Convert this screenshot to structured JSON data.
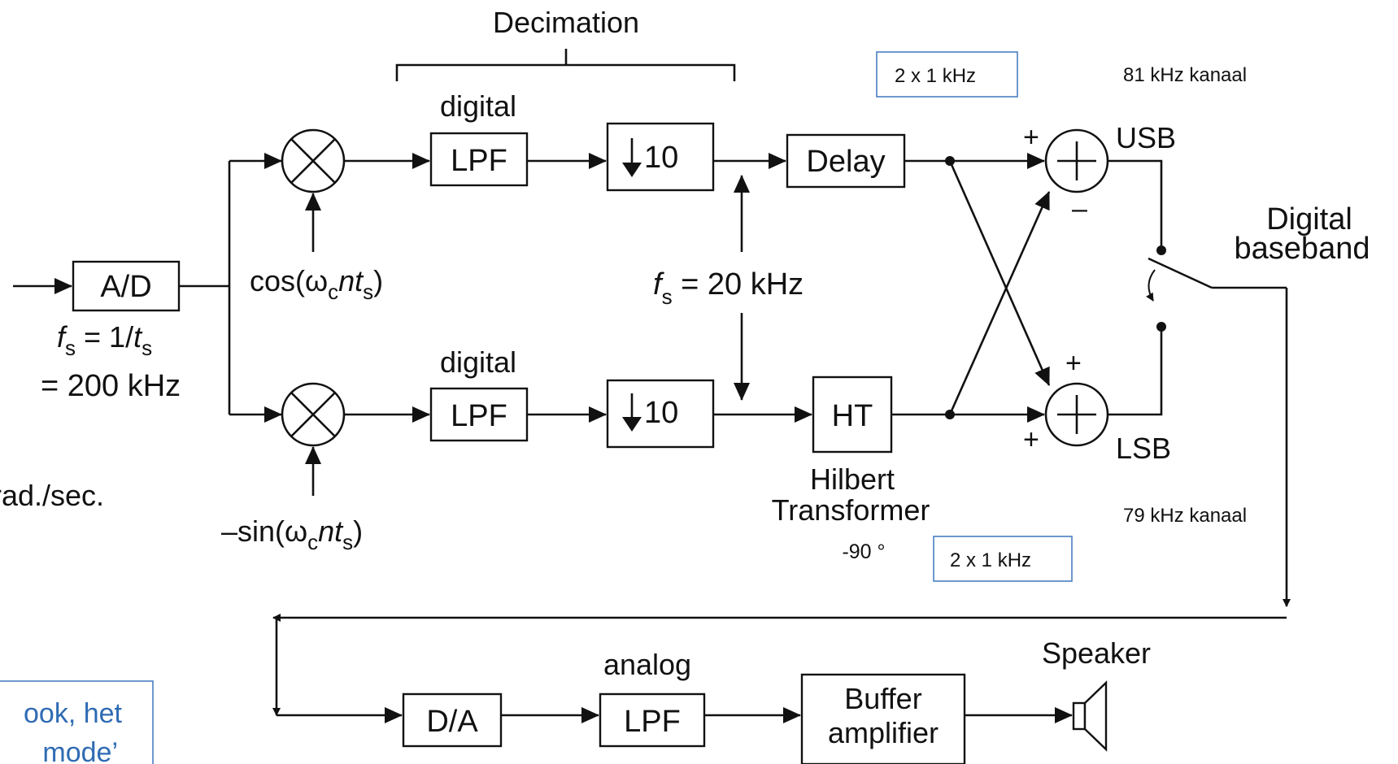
{
  "diagram": {
    "decimation_label": "Decimation",
    "digital_label_top": "digital",
    "digital_label_bottom": "digital",
    "lpf_top": "LPF",
    "lpf_bottom": "LPF",
    "down_top": "10",
    "down_bottom": "10",
    "delay": "Delay",
    "ht": "HT",
    "ad": "A/D",
    "fs_main_f": "f",
    "fs_main_sub": "s",
    "fs_main_eq": " = 1/",
    "fs_main_t": "t",
    "fs_main_tsub": "s",
    "fs_main_value": "= 200 kHz",
    "cos_pre": "cos(ω",
    "cos_sub_c": "c",
    "cos_n": "nt",
    "cos_sub_s": "s",
    "cos_post": ")",
    "sin_pre": "–sin(ω",
    "sin_sub_c": "c",
    "sin_n": "nt",
    "sin_sub_s": "s",
    "sin_post": ")",
    "fs_mid_f": "f",
    "fs_mid_sub": "s",
    "fs_mid_value": " = 20 kHz",
    "plus_usb_top": "+",
    "minus_usb": "–",
    "plus_lsb_top": "+",
    "plus_lsb_bottom": "+",
    "usb": "USB",
    "lsb": "LSB",
    "digital_baseband_1": "Digital",
    "digital_baseband_2": "baseband",
    "hilbert_1": "Hilbert",
    "hilbert_2": "Transformer",
    "phase": "-90 °",
    "note_top": "2 x 1 kHz",
    "note_bottom": "2 x 1 kHz",
    "channel_81": "81 kHz kanaal",
    "channel_79": "79 kHz kanaal",
    "rad_sec": "rad./sec.",
    "da": "D/A",
    "analog": "analog",
    "lpf_analog": "LPF",
    "buffer_1": "Buffer",
    "buffer_2": "amplifier",
    "speaker": "Speaker",
    "callout_line1": "ook, het",
    "callout_line2": "mode’"
  }
}
